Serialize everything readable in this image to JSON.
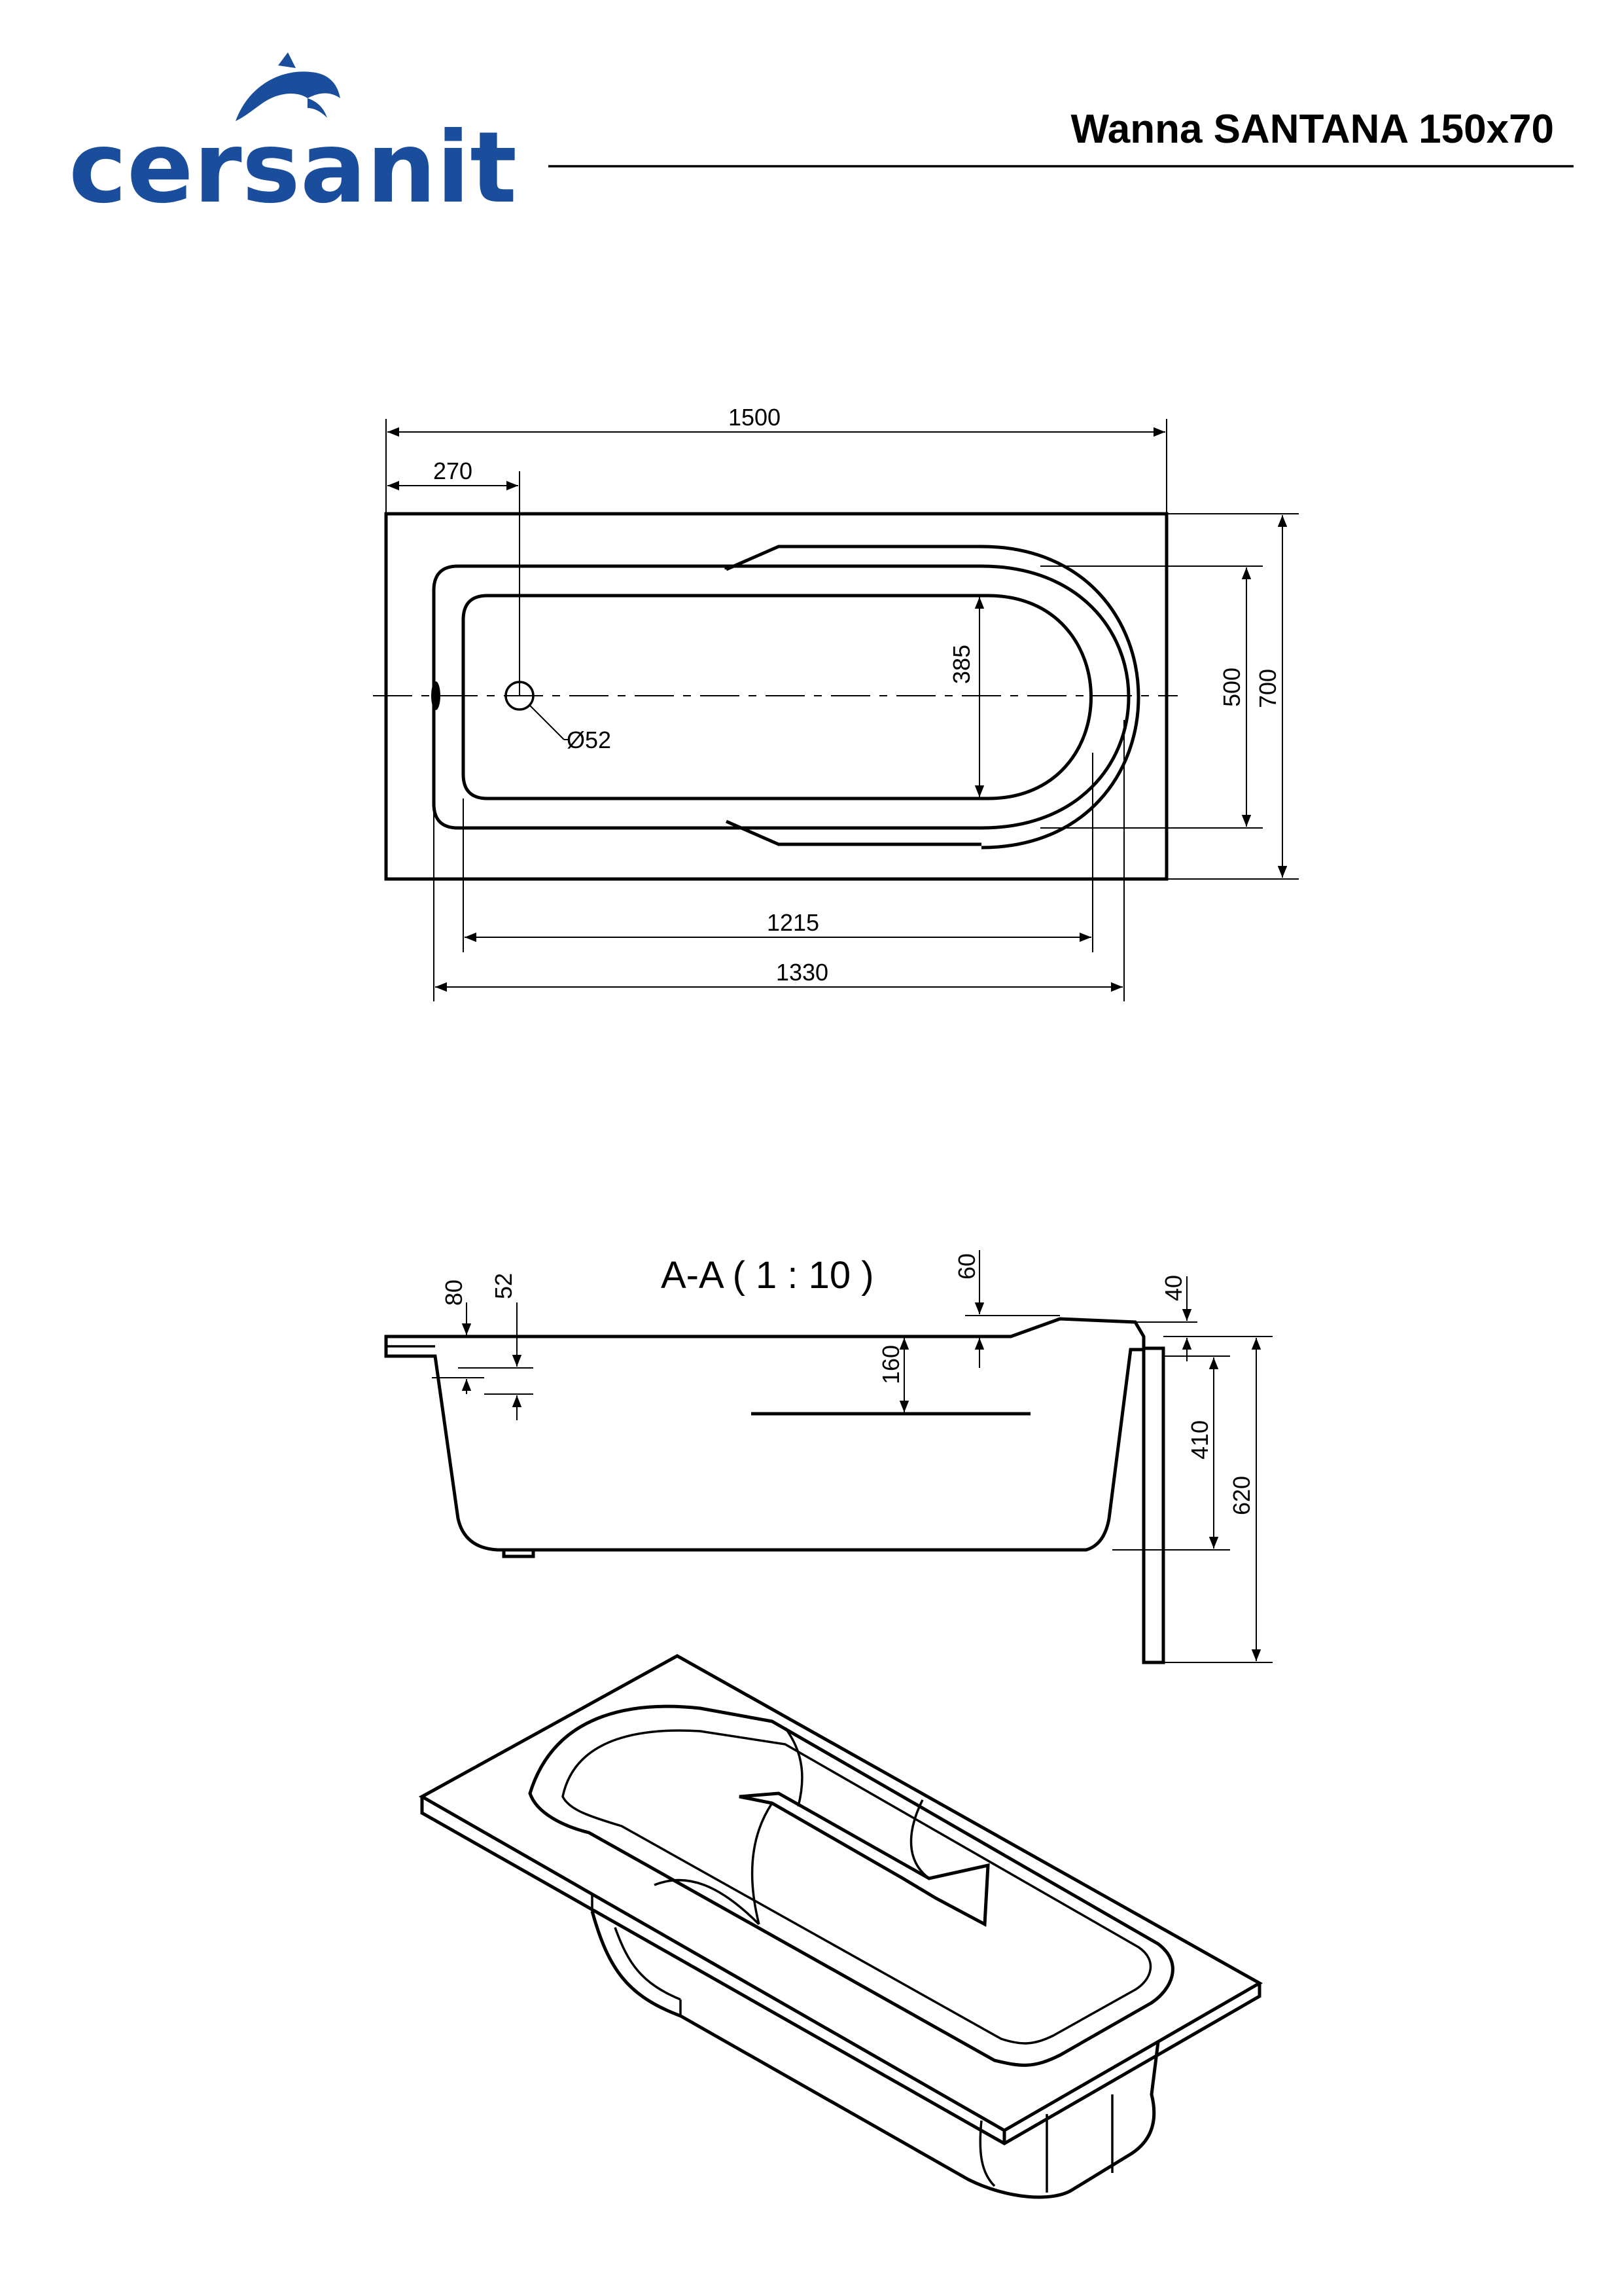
{
  "header": {
    "brand": "cersanit",
    "title": "Wanna SANTANA 150x70",
    "brand_color": "#1a4e9c"
  },
  "top_view": {
    "dims": {
      "overall_length": "1500",
      "drain_offset": "270",
      "drain_diameter": "Ø52",
      "inner_width": "385",
      "mid_width": "500",
      "overall_width": "700",
      "inner_length": "1215",
      "mid_length": "1330"
    }
  },
  "section_view": {
    "label": "A-A  ( 1 : 10 )",
    "dims": {
      "rim_80": "80",
      "rim_52": "52",
      "d_60": "60",
      "d_40": "40",
      "d_160": "160",
      "d_410": "410",
      "d_620": "620"
    }
  }
}
